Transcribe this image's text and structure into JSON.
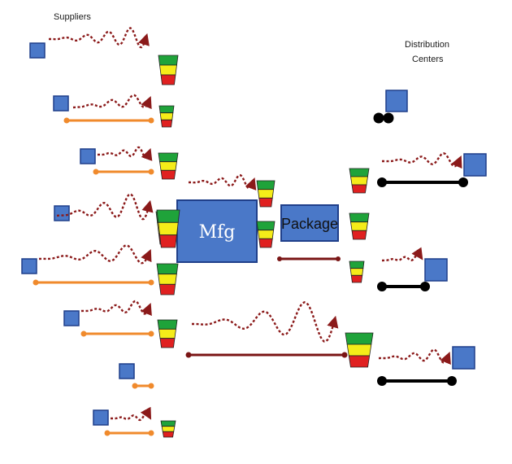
{
  "labels": {
    "suppliers": "Suppliers",
    "distribution_line1": "Distribution",
    "distribution_line2": "Centers",
    "mfg": "Mfg",
    "package": "Package"
  },
  "colors": {
    "box_fill": "#4a78c8",
    "box_stroke": "#1f3f8a",
    "wave": "#8b1a1a",
    "supplier_bar": "#f08a2c",
    "mfg_bar": "#7a1515",
    "dc_bar": "#000000",
    "inv_green": "#1fa33a",
    "inv_yellow": "#f5ec19",
    "inv_red": "#e02020"
  },
  "icons": {
    "node": "square-box-icon",
    "inventory": "inventory-funnel-icon",
    "wave": "wavy-arrow-icon",
    "lead_time": "lead-time-bar-icon",
    "truck": "truck-wheels-icon"
  }
}
